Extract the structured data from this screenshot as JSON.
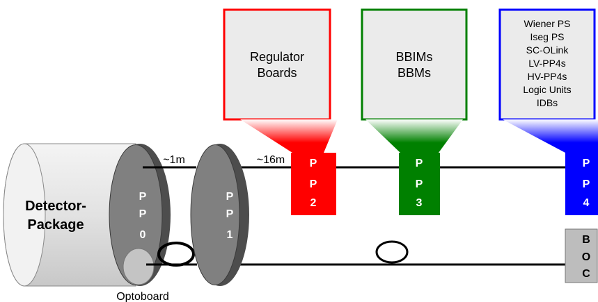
{
  "boxes": {
    "regulator": {
      "line1": "Regulator",
      "line2": "Boards",
      "color": "#ff0000"
    },
    "bbim": {
      "line1": "BBIMs",
      "line2": "BBMs",
      "color": "#008000"
    },
    "pp4_list": {
      "items": [
        "Wiener PS",
        "Iseg PS",
        "SC-OLink",
        "LV-PP4s",
        "HV-PP4s",
        "Logic Units",
        "IDBs"
      ],
      "color": "#0000ff"
    }
  },
  "patch_panels": {
    "pp0": {
      "letters": [
        "P",
        "P",
        "0"
      ]
    },
    "pp1": {
      "letters": [
        "P",
        "P",
        "1"
      ]
    },
    "pp2": {
      "letters": [
        "P",
        "P",
        "2"
      ],
      "color": "#ff0000"
    },
    "pp3": {
      "letters": [
        "P",
        "P",
        "3"
      ],
      "color": "#008000"
    },
    "pp4": {
      "letters": [
        "P",
        "P",
        "4"
      ],
      "color": "#0000ff"
    },
    "boc": {
      "letters": [
        "B",
        "O",
        "C"
      ]
    }
  },
  "detector": {
    "line1": "Detector-",
    "line2": "Package"
  },
  "distances": {
    "pp0_pp1": "~1m",
    "pp1_pp2": "~16m"
  },
  "optoboard": {
    "label": "Optoboard"
  }
}
